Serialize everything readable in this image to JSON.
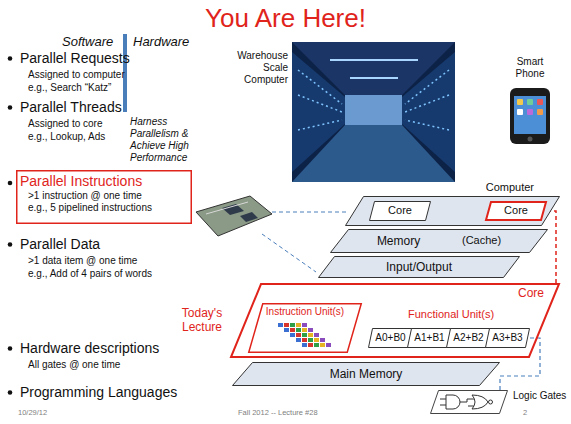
{
  "diagram": {
    "title": "You Are Here!",
    "nodes": [
      {
        "text": [
          "Parallel Instructions",
          ">1 instruction @ one time",
          "e.g., 5 pipelined instructions"
        ]
      },
      {
        "text": [
          "Computer"
        ]
      },
      {
        "text": [
          "Core"
        ],
        "in": 1
      },
      {
        "text": [
          "Core"
        ],
        "in": 1
      },
      {
        "text": [
          "Memory",
          "(Cache)"
        ]
      },
      {
        "text": [
          "Input/Output"
        ]
      },
      {
        "text": [
          "Core"
        ]
      },
      {
        "text": [
          "Instruction Unit(s)"
        ],
        "in": 6
      },
      {
        "text": [
          "A0+B0"
        ],
        "in": 6
      },
      {
        "text": [
          "A1+B1"
        ],
        "in": 6
      },
      {
        "text": [
          "A2+B2"
        ],
        "in": 6
      },
      {
        "text": [
          "A3+B3"
        ],
        "in": 6
      },
      {
        "text": [
          "Main Memory"
        ]
      },
      {
        "text": [
          "Logic Gates"
        ]
      }
    ],
    "edges": [
      {
        "from": 3,
        "to": 6,
        "arrow": "none"
      },
      {
        "from": 11,
        "to": 13,
        "arrow": "none"
      }
    ],
    "labels": [
      "Software",
      "Hardware",
      "Warehouse Scale Computer",
      "Smart Phone",
      "Parallel Requests",
      "Assigned to computer",
      "e.g., Search “Katz”",
      "Parallel Threads",
      "Assigned to core",
      "e.g., Lookup, Ads",
      "Harness Parallelism & Achieve High Performance",
      "...",
      "Parallel Data",
      ">1 data item @ one time",
      "e.g., Add of 4 pairs of words",
      "Today's Lecture",
      "Functional Unit(s)",
      "Hardware descriptions",
      "All gates @ one time",
      "Programming Languages",
      "10/29/12",
      "Fall 2012 -- Lecture #28",
      "2"
    ]
  }
}
